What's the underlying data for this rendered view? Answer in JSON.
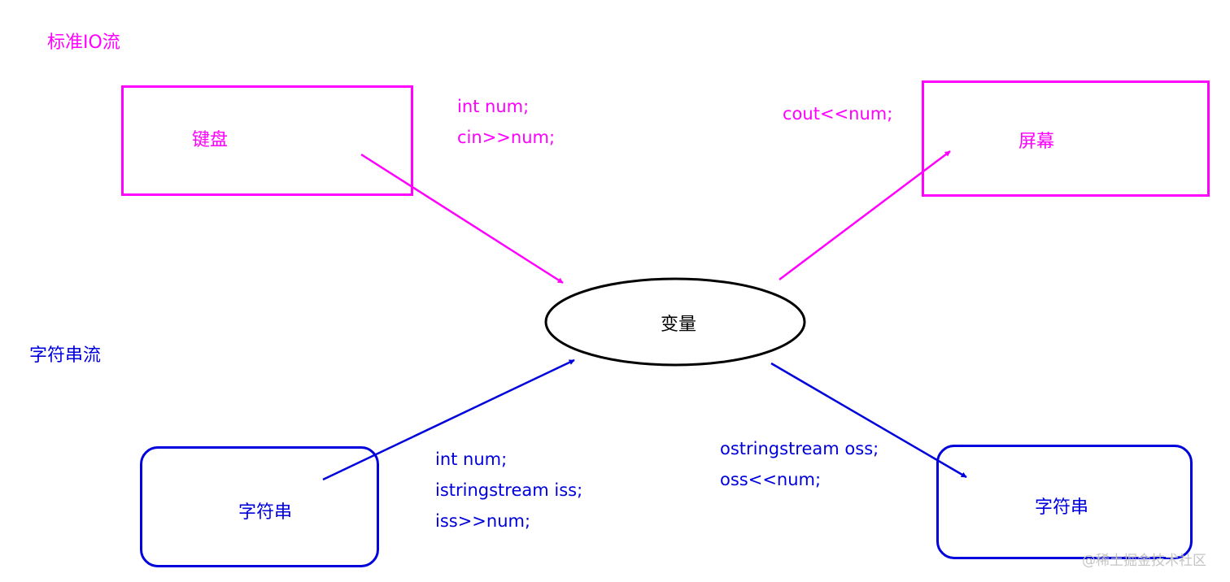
{
  "sections": {
    "standard_io": "标准IO流",
    "string_stream": "字符串流"
  },
  "nodes": {
    "keyboard": "键盘",
    "screen": "屏幕",
    "variable": "变量",
    "string_in": "字符串",
    "string_out": "字符串"
  },
  "code": {
    "cin": [
      "int num;",
      "cin>>num;"
    ],
    "cout": [
      "cout<<num;"
    ],
    "istringstream": [
      "int num;",
      "istringstream iss;",
      "iss>>num;"
    ],
    "ostringstream": [
      "ostringstream oss;",
      "oss<<num;"
    ]
  },
  "colors": {
    "standard_io": "#ff00ff",
    "string_stream": "#0000dd",
    "variable": "#000000"
  },
  "watermark": "@稀土掘金技术社区"
}
